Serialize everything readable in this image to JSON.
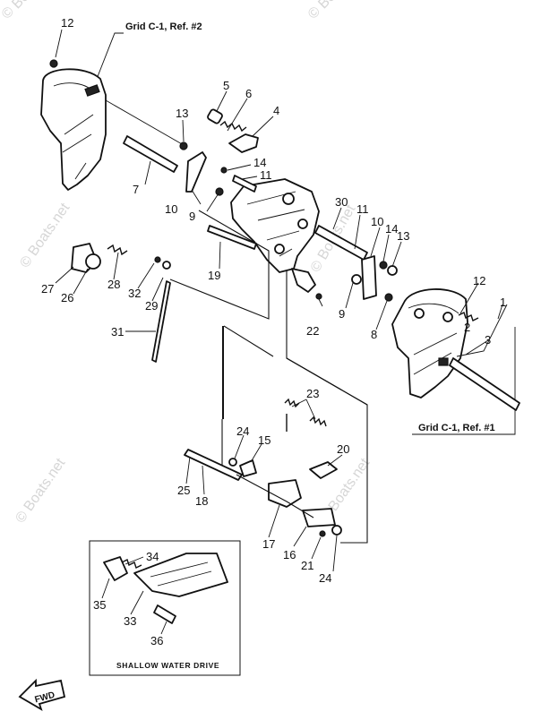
{
  "watermark": "© Boats.net",
  "references": {
    "grid_c1_ref2": "Grid C-1, Ref. #2",
    "grid_c1_ref1": "Grid C-1, Ref. #1"
  },
  "inset_caption": "SHALLOW WATER DRIVE",
  "direction_arrow": "FWD",
  "callouts": {
    "c12a": "12",
    "c5": "5",
    "c6": "6",
    "c13a": "13",
    "c4": "4",
    "c14a": "14",
    "c11a": "11",
    "c7": "7",
    "c10a": "10",
    "c9a": "9",
    "c30": "30",
    "c11b": "11",
    "c10b": "10",
    "c14b": "14",
    "c13b": "13",
    "c27": "27",
    "c26": "26",
    "c28": "28",
    "c32": "32",
    "c29": "29",
    "c19": "19",
    "c31": "31",
    "c22": "22",
    "c9b": "9",
    "c12b": "12",
    "c1": "1",
    "c2": "2",
    "c3": "3",
    "c8": "8",
    "c23": "23",
    "c24a": "24",
    "c15": "15",
    "c20": "20",
    "c25": "25",
    "c18": "18",
    "c17": "17",
    "c16": "16",
    "c21": "21",
    "c24b": "24",
    "c34": "34",
    "c35": "35",
    "c33": "33",
    "c36": "36"
  }
}
